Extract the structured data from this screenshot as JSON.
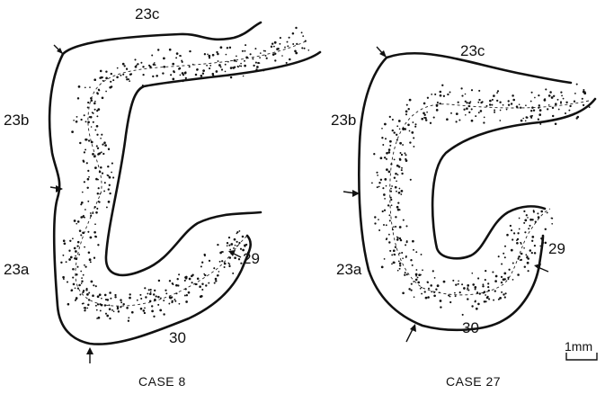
{
  "case8": {
    "caption": "CASE 8",
    "labels": {
      "a23c": "23c",
      "a23b": "23b",
      "a23a": "23a",
      "a29": "29",
      "a30": "30"
    }
  },
  "case27": {
    "caption": "CASE 27",
    "labels": {
      "a23c": "23c",
      "a23b": "23b",
      "a23a": "23a",
      "a29": "29",
      "a30": "30"
    }
  },
  "scale_bar": {
    "label": "1mm"
  }
}
